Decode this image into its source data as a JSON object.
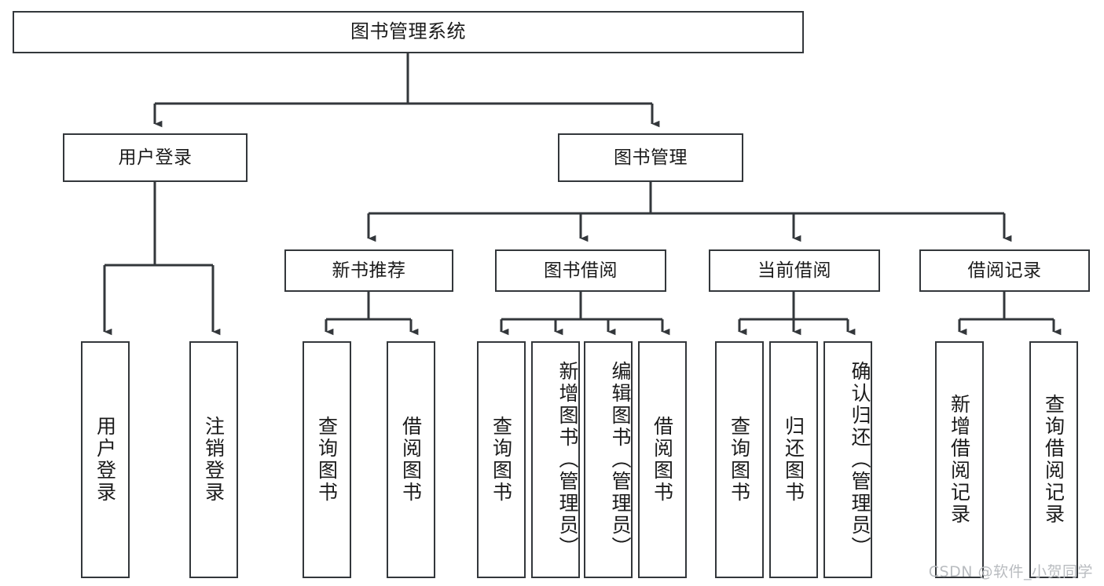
{
  "diagram": {
    "type": "tree-hierarchy",
    "title": "图书管理系统",
    "root": {
      "label": "图书管理系统"
    },
    "level2": [
      {
        "label": "用户登录"
      },
      {
        "label": "图书管理"
      }
    ],
    "level3": [
      {
        "label": "新书推荐"
      },
      {
        "label": "图书借阅"
      },
      {
        "label": "当前借阅"
      },
      {
        "label": "借阅记录"
      }
    ],
    "leaves": {
      "user_login": [
        {
          "label": "用户登录"
        },
        {
          "label": "注销登录"
        }
      ],
      "new_book_recommend": [
        {
          "label": "查询图书"
        },
        {
          "label": "借阅图书"
        }
      ],
      "book_borrow": [
        {
          "label": "查询图书"
        },
        {
          "label": "新增图书（管理员）"
        },
        {
          "label": "编辑图书（管理员）"
        },
        {
          "label": "借阅图书"
        }
      ],
      "current_borrow": [
        {
          "label": "查询图书"
        },
        {
          "label": "归还图书"
        },
        {
          "label": "确认归还（管理员）"
        }
      ],
      "borrow_record": [
        {
          "label": "新增借阅记录"
        },
        {
          "label": "查询借阅记录"
        }
      ]
    }
  },
  "watermark": {
    "text": "CSDN @软件_小贺同学"
  },
  "colors": {
    "stroke": "#33373b",
    "fill": "#ffffff",
    "text": "#1b1b1b",
    "watermark": "#b9bcc0"
  }
}
